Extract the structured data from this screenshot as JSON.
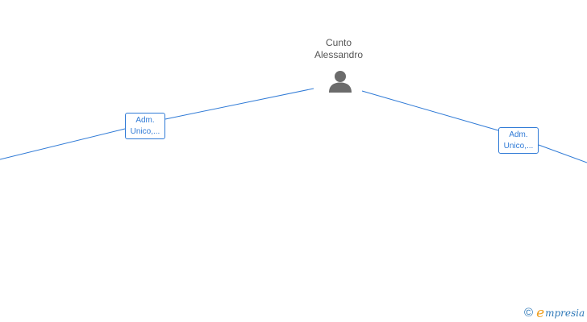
{
  "person": {
    "name_line1": "Cunto",
    "name_line2": "Alessandro",
    "icon": "person-icon"
  },
  "roles": [
    {
      "line1": "Adm.",
      "line2": "Unico,..."
    },
    {
      "line1": "Adm.",
      "line2": "Unico,..."
    }
  ],
  "brand": {
    "copyright": "©",
    "initial": "e",
    "rest": "mpresia"
  },
  "colors": {
    "edge": "#2f7ad6",
    "person_icon": "#6b6b6b",
    "person_text": "#555555",
    "brand_blue": "#2e78b8",
    "brand_orange": "#f0a020"
  }
}
